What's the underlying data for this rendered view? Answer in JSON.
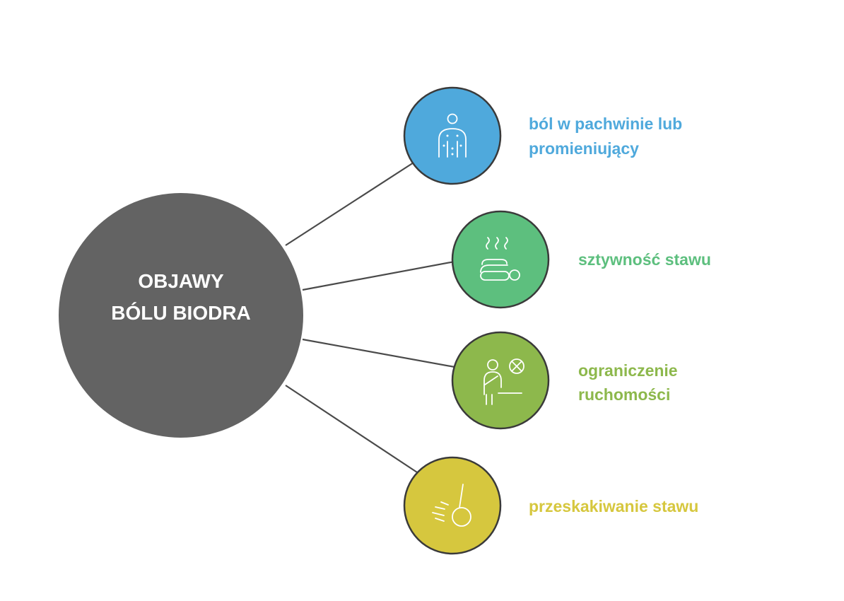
{
  "center": {
    "title_line1": "OBJAWY",
    "title_line2": "BÓLU BIODRA",
    "color": "#636363"
  },
  "nodes": [
    {
      "id": "groin-pain",
      "label_line1": "ból w pachwinie lub",
      "label_line2": "promieniujący",
      "color": "#4fa9dc",
      "icon": "body-pain-icon"
    },
    {
      "id": "joint-stiffness",
      "label_line1": "sztywność stawu",
      "label_line2": "",
      "color": "#5dbf7e",
      "icon": "heat-therapy-icon"
    },
    {
      "id": "limited-mobility",
      "label_line1": "ograniczenie",
      "label_line2": "ruchomości",
      "color": "#8db84c",
      "icon": "restricted-movement-icon"
    },
    {
      "id": "joint-snapping",
      "label_line1": "przeskakiwanie stawu",
      "label_line2": "",
      "color": "#d6c73e",
      "icon": "wrecking-ball-icon"
    }
  ]
}
